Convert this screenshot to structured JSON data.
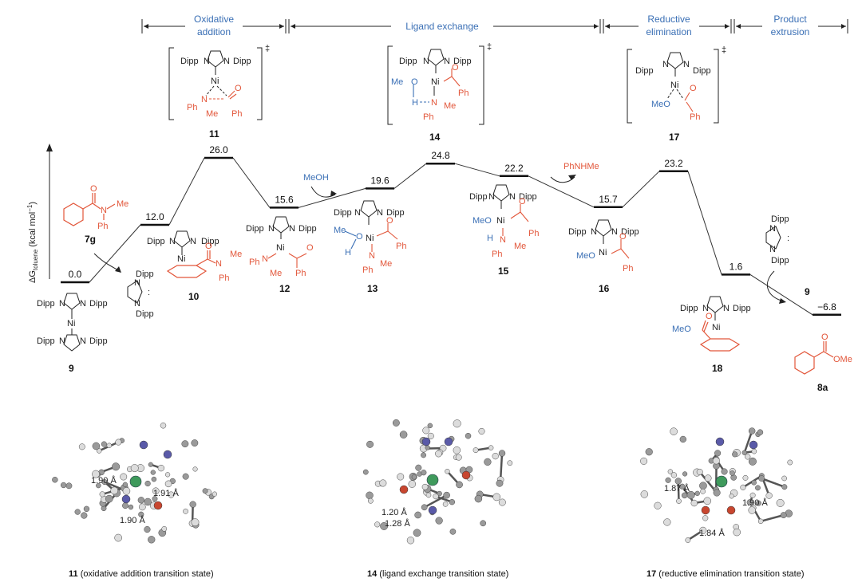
{
  "phases": [
    "Oxidative addition",
    "Ligand exchange",
    "Reductive elimination",
    "Product extrusion"
  ],
  "y_axis_label": "ΔG",
  "y_axis_sub": "toluene",
  "y_axis_unit": "(kcal mol",
  "y_axis_sup": "−1",
  "y_axis_close": ")",
  "levels": [
    {
      "id": "9",
      "energy": "0.0",
      "value": 0.0
    },
    {
      "id": "10",
      "energy": "12.0",
      "value": 12.0
    },
    {
      "id": "11",
      "energy": "26.0",
      "value": 26.0
    },
    {
      "id": "12",
      "energy": "15.6",
      "value": 15.6
    },
    {
      "id": "13",
      "energy": "19.6",
      "value": 19.6
    },
    {
      "id": "14",
      "energy": "24.8",
      "value": 24.8
    },
    {
      "id": "15",
      "energy": "22.2",
      "value": 22.2
    },
    {
      "id": "16",
      "energy": "15.7",
      "value": 15.7
    },
    {
      "id": "17",
      "energy": "23.2",
      "value": 23.2
    },
    {
      "id": "18",
      "energy": "1.6",
      "value": 1.6
    },
    {
      "id": "8a",
      "energy": "−6.8",
      "value": -6.8
    }
  ],
  "compound_labels": {
    "c7g": "7g",
    "c9a": "9",
    "c9b": "9",
    "c10": "10",
    "c11": "11",
    "c12": "12",
    "c13": "13",
    "c14": "14",
    "c15": "15",
    "c16": "16",
    "c17": "17",
    "c18": "18",
    "c8a": "8a"
  },
  "reagents": {
    "meoh": "MeOH",
    "phnhme": "PhNHMe"
  },
  "atoms": {
    "dipp": "Dipp",
    "ni": "Ni",
    "n": "N",
    "me": "Me",
    "ph": "Ph",
    "o": "O",
    "h": "H",
    "meo": "MeO",
    "ome": "OMe",
    "dagger": "‡",
    "colon": ":"
  },
  "distances": {
    "d11": [
      "1.90 Å",
      "1.91 Å",
      "1.90 Å"
    ],
    "d14": [
      "1.20 Å",
      "1.28 Å"
    ],
    "d17": [
      "1.87 Å",
      "1.90 Å",
      "1.84 Å"
    ]
  },
  "captions": [
    {
      "num": "11",
      "text": " (oxidative addition transition state)"
    },
    {
      "num": "14",
      "text": " (ligand exchange transition state)"
    },
    {
      "num": "17",
      "text": " (reductive elimination transition state)"
    }
  ],
  "colors": {
    "blue": "#3a6fb5",
    "red": "#e2563a",
    "black": "#111111",
    "ni_green": "#3f9a5c",
    "n_blue": "#5a5aa8",
    "o_red": "#c8462f"
  }
}
